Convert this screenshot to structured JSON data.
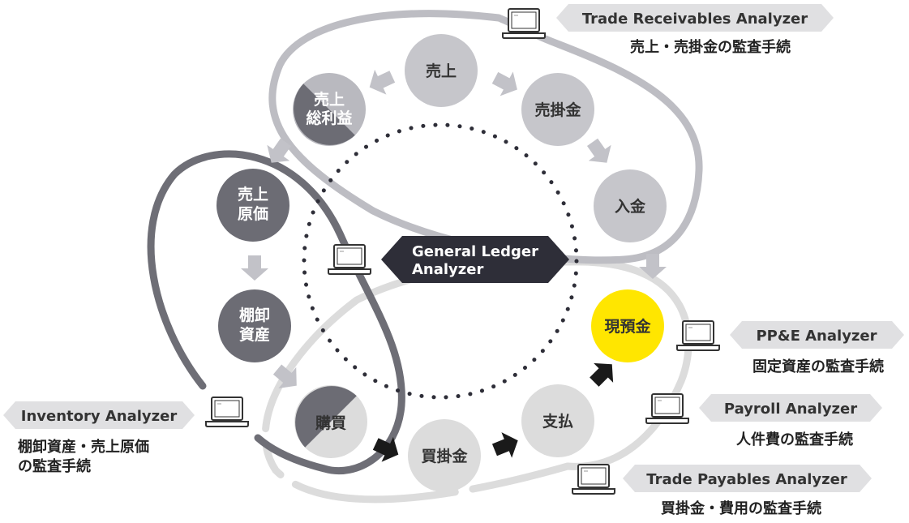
{
  "colors": {
    "light_gray": "#d9d9d9",
    "mid_gray": "#b9b9bf",
    "dark_gray": "#6c6c74",
    "darker_gray": "#55555c",
    "black": "#222222",
    "yellow": "#ffe600",
    "banner_bg": "#e0e0e2",
    "gl_banner_bg": "#2e2e38"
  },
  "nodes": {
    "sales": "売上",
    "gross_profit_1": "売上",
    "gross_profit_2": "総利益",
    "receivables": "売掛金",
    "receipts": "入金",
    "cogs_1": "売上",
    "cogs_2": "原価",
    "inventory_1": "棚卸",
    "inventory_2": "資産",
    "purchases": "購買",
    "payables": "買掛金",
    "payments": "支払",
    "cash": "現預金"
  },
  "analyzers": {
    "trade_receivables": {
      "name": "Trade Receivables Analyzer",
      "desc": "売上・売掛金の監査手続",
      "icon": "laptop-icon"
    },
    "general_ledger": {
      "name_1": "General Ledger",
      "name_2": "Analyzer",
      "icon": "laptop-icon"
    },
    "ppe": {
      "name": "PP&E Analyzer",
      "desc": "固定資産の監査手続",
      "icon": "laptop-icon"
    },
    "payroll": {
      "name": "Payroll Analyzer",
      "desc": "人件費の監査手続",
      "icon": "laptop-icon"
    },
    "trade_payables": {
      "name": "Trade Payables Analyzer",
      "desc": "買掛金・費用の監査手続",
      "icon": "laptop-icon"
    },
    "inventory": {
      "name": "Inventory Analyzer",
      "desc_1": "棚卸資産・売上原価",
      "desc_2": "の監査手続",
      "icon": "laptop-icon"
    }
  }
}
